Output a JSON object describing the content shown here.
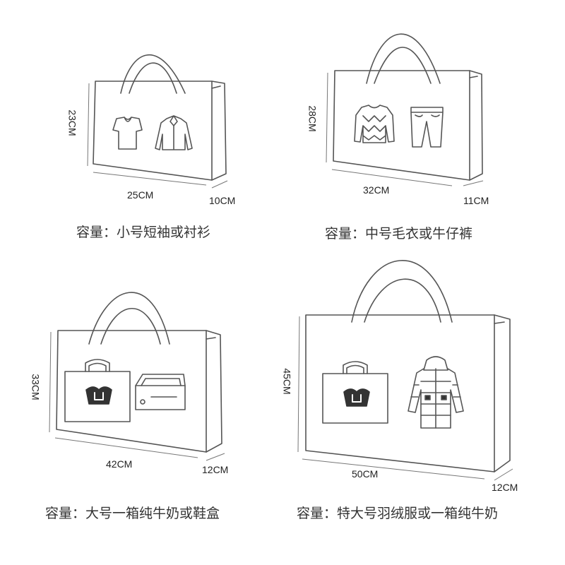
{
  "bags": [
    {
      "name": "small",
      "height_label": "23CM",
      "width_label": "25CM",
      "depth_label": "10CM",
      "capacity": "容量：小号短袖或衬衫",
      "items": [
        "tshirt-icon",
        "shirt-icon"
      ]
    },
    {
      "name": "medium",
      "height_label": "28CM",
      "width_label": "32CM",
      "depth_label": "11CM",
      "capacity": "容量：中号毛衣或牛仔裤",
      "items": [
        "sweater-icon",
        "jeans-icon"
      ]
    },
    {
      "name": "large",
      "height_label": "33CM",
      "width_label": "42CM",
      "depth_label": "12CM",
      "capacity": "容量：大号一箱纯牛奶或鞋盒",
      "items": [
        "milk-box-icon",
        "shoebox-icon"
      ]
    },
    {
      "name": "extra-large",
      "height_label": "45CM",
      "width_label": "50CM",
      "depth_label": "12CM",
      "capacity": "容量：特大号羽绒服或一箱纯牛奶",
      "items": [
        "milk-box-icon",
        "down-jacket-icon"
      ]
    }
  ]
}
